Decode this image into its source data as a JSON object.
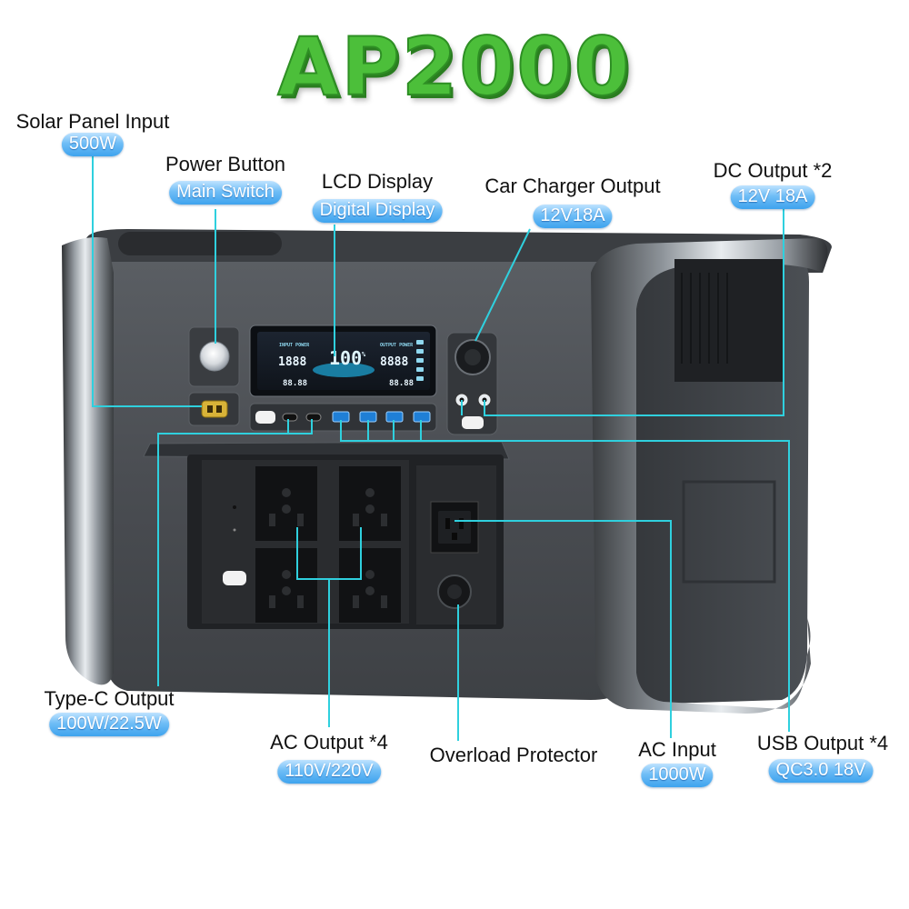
{
  "title": "AP2000",
  "colors": {
    "title_green": "#4cbf3a",
    "leader": "#2fd0de",
    "pill": "#4aa8ef"
  },
  "device_icons": [
    "power-knob-icon",
    "xt60-port-icon",
    "usb-c-port-icon",
    "usb-a-port-icon",
    "universal-socket-icon",
    "c20-inlet-icon",
    "breaker-icon",
    "car-socket-icon",
    "dc5521-port-icon"
  ],
  "lcd": {
    "input_label": "INPUT POWER",
    "output_label": "OUTPUT POWER",
    "input_value": "1888",
    "output_value": "8888",
    "percent": "100",
    "percent_sign": "%",
    "timer_left": "88.88",
    "timer_right": "88.88"
  },
  "callouts": [
    {
      "id": "solar",
      "label": "Solar Panel Input",
      "spec": "500W",
      "icon": "sun-panel"
    },
    {
      "id": "power",
      "label": "Power Button",
      "spec": "Main Switch"
    },
    {
      "id": "lcd",
      "label": "LCD Display",
      "spec": "Digital Display"
    },
    {
      "id": "car",
      "label": "Car Charger Output",
      "spec": "12V18A"
    },
    {
      "id": "dc",
      "label": "DC Output *2",
      "spec": "12V 18A"
    },
    {
      "id": "typec",
      "label": "Type-C Output",
      "spec": "100W/22.5W"
    },
    {
      "id": "ac_out",
      "label": "AC Output *4",
      "spec": "110V/220V"
    },
    {
      "id": "overload",
      "label": "Overload Protector",
      "spec": ""
    },
    {
      "id": "ac_in",
      "label": "AC Input",
      "spec": "1000W"
    },
    {
      "id": "usb",
      "label": "USB Output *4",
      "spec": "QC3.0 18V"
    }
  ]
}
